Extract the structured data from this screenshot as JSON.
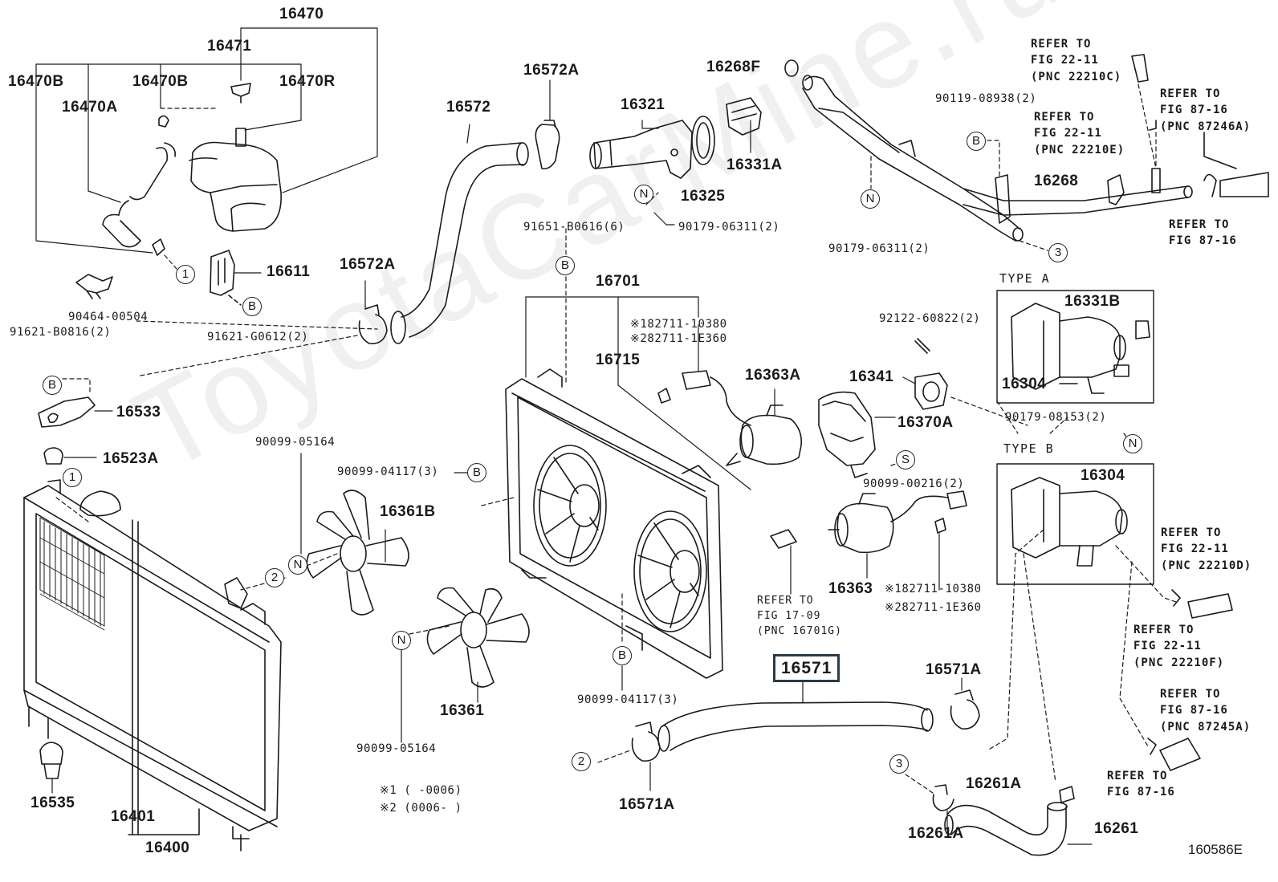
{
  "diagram": {
    "watermark": "ToyotaCarMine.ru",
    "figure_code": "160586E",
    "callouts": {
      "p16470": "16470",
      "p16471": "16471",
      "p16470B_l": "16470B",
      "p16470B_r": "16470B",
      "p16470A": "16470A",
      "p16470R": "16470R",
      "p16611": "16611",
      "p90464": "90464-00504",
      "p91621a": "91621-B0816(2)",
      "p91621b": "91621-G0612(2)",
      "p16572A_top": "16572A",
      "p16572": "16572",
      "p16572A_mid": "16572A",
      "p16321": "16321",
      "p16268F": "16268F",
      "p16331A": "16331A",
      "p16325": "16325",
      "p90179a": "90179-06311(2)",
      "p90119": "90119-08938(2)",
      "p16268": "16268",
      "p90179b": "90179-06311(2)",
      "p91651": "91651-B0616(6)",
      "p16701": "16701",
      "p16715": "16715",
      "pnote1a": "※182711-10380",
      "pnote2a": "※282711-1E360",
      "p16363A": "16363A",
      "p16341": "16341",
      "p92122": "92122-60822(2)",
      "p16370A": "16370A",
      "p90179c": "90179-08153(2)",
      "p16331B": "16331B",
      "p16304a": "16304",
      "p16304b": "16304",
      "p16533": "16533",
      "p16523A": "16523A",
      "p90099a": "90099-05164",
      "p90099b": "90099-04117(3)",
      "p16361B": "16361B",
      "p90099c": "90099-00216(2)",
      "p16363": "16363",
      "pnote1b": "※182711-10380",
      "pnote2b": "※282711-1E360",
      "p16361": "16361",
      "p90099d": "90099-04117(3)",
      "p90099e": "90099-05164",
      "p16571": "16571",
      "p16571A_r": "16571A",
      "p16571A_b": "16571A",
      "p16261A_t": "16261A",
      "p16261A_b": "16261A",
      "p16261": "16261",
      "p16535": "16535",
      "p16401": "16401",
      "p16400": "16400",
      "legend1": "※1  (      -0006)",
      "legend2": "※2  (0006-      )"
    },
    "types": {
      "a": "TYPE A",
      "b": "TYPE B"
    },
    "refer": {
      "r1": [
        "REFER TO",
        "FIG 22-11",
        "(PNC 22210C)"
      ],
      "r2": [
        "REFER TO",
        "FIG 87-16",
        "(PNC 87246A)"
      ],
      "r3": [
        "REFER TO",
        "FIG 22-11",
        "(PNC 22210E)"
      ],
      "r4": [
        "REFER TO",
        "FIG 87-16"
      ],
      "r5": [
        "REFER TO",
        "FIG 17-09",
        "(PNC 16701G)"
      ],
      "r6": [
        "REFER TO",
        "FIG 22-11",
        "(PNC 22210D)"
      ],
      "r7": [
        "REFER TO",
        "FIG 22-11",
        "(PNC 22210F)"
      ],
      "r8": [
        "REFER TO",
        "FIG 87-16",
        "(PNC 87245A)"
      ],
      "r9": [
        "REFER TO",
        "FIG 87-16"
      ]
    },
    "markers": {
      "one": "1",
      "two": "2",
      "three": "3",
      "B": "B",
      "N": "N",
      "S": "S"
    }
  }
}
